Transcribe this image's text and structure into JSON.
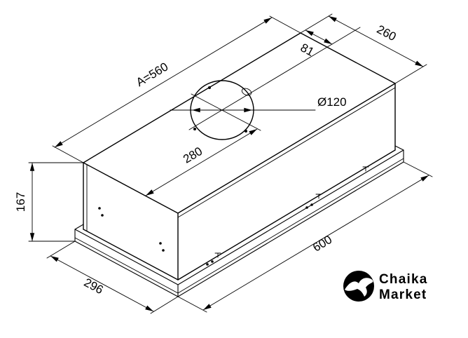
{
  "drawing": {
    "dimensions": {
      "length_top": "A=560",
      "width_top": "260",
      "duct_offset": "81",
      "duct_diameter": "Ø120",
      "duct_center": "280",
      "height": "167",
      "width_bottom": "296",
      "length_bottom": "600"
    }
  },
  "logo": {
    "line1": "Chaika",
    "line2": "Market"
  },
  "colors": {
    "line": "#000000",
    "background": "#ffffff",
    "logo_bg": "#000000"
  }
}
